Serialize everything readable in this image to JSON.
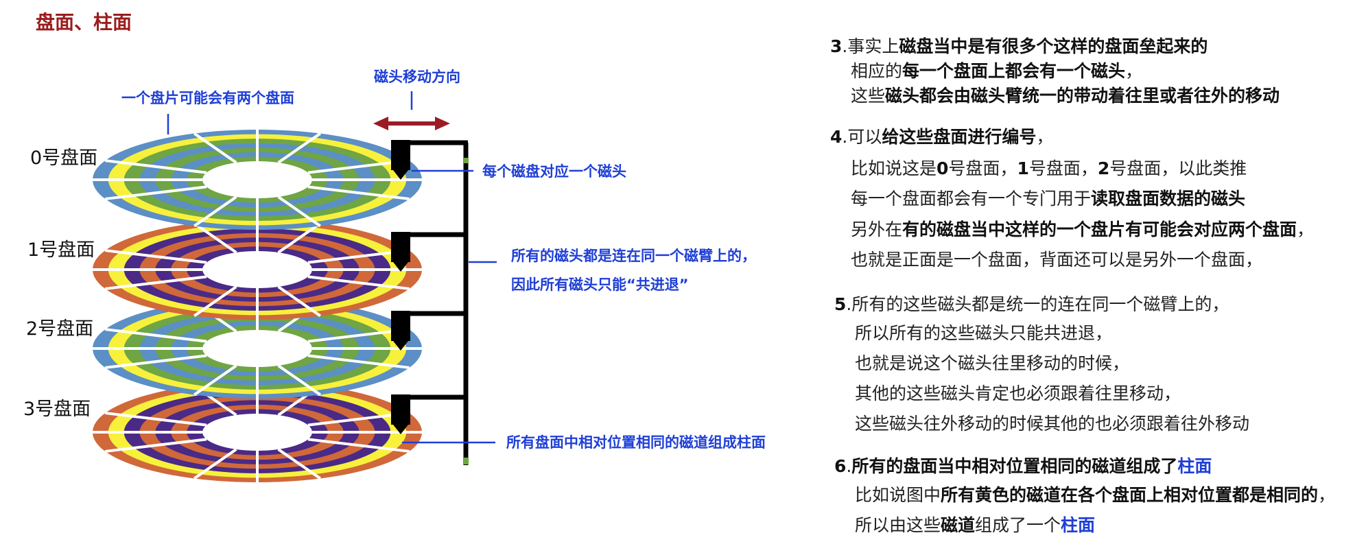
{
  "title": "盘面、柱面",
  "colors": {
    "title": "#9b1c1c",
    "annotation": "#1f3fd6",
    "arrow": "#9b1c24",
    "arm": "#000000",
    "yellow": "#f7f13c",
    "blue_ring": "#5b8fc6",
    "green_ring": "#6fa544",
    "orange_ring": "#d0683a",
    "purple_ring": "#4a2a86"
  },
  "diagram": {
    "platter_labels": [
      "0号盘面",
      "1号盘面",
      "2号盘面",
      "3号盘面"
    ],
    "annotations": {
      "two_surfaces": "一个盘片可能会有两个盘面",
      "head_direction": "磁头移动方向",
      "one_head_each": "每个磁盘对应一个磁头",
      "same_arm_1": "所有的磁头都是连在同一个磁臂上的，",
      "same_arm_2": "因此所有磁头只能“共进退”",
      "cylinder": "所有盘面中相对位置相同的磁道组成柱面"
    },
    "icons": [
      "double-arrow-icon",
      "read-head-icon"
    ]
  },
  "notes": [
    {
      "segments": [
        {
          "t": "3",
          "s": "num"
        },
        {
          "t": ".事实上"
        },
        {
          "t": "磁盘当中是有很多个这样的盘面垒起来的",
          "s": "b"
        }
      ]
    },
    {
      "segments": [
        {
          "t": "相应的"
        },
        {
          "t": "每一个盘面上都会有一个磁头",
          "s": "b"
        },
        {
          "t": "，"
        }
      ]
    },
    {
      "segments": [
        {
          "t": "这些"
        },
        {
          "t": "磁头都会由磁头臂统一的带动着往里或者往外的移动",
          "s": "b"
        }
      ]
    },
    {
      "segments": [
        {
          "t": "4",
          "s": "num"
        },
        {
          "t": ".可以"
        },
        {
          "t": "给这些盘面进行编号",
          "s": "b"
        },
        {
          "t": "，"
        }
      ]
    },
    {
      "segments": [
        {
          "t": "比如说这是"
        },
        {
          "t": "0",
          "s": "b"
        },
        {
          "t": "号盘面，"
        },
        {
          "t": "1",
          "s": "b"
        },
        {
          "t": "号盘面，"
        },
        {
          "t": "2",
          "s": "b"
        },
        {
          "t": "号盘面，以此类推"
        }
      ]
    },
    {
      "segments": [
        {
          "t": "每一个盘面都会有一个专门用于"
        },
        {
          "t": "读取盘面数据的磁头",
          "s": "b"
        }
      ]
    },
    {
      "segments": [
        {
          "t": "另外在"
        },
        {
          "t": "有的磁盘当中这样的一个盘片有可能会对应两个盘面",
          "s": "b"
        },
        {
          "t": "，"
        }
      ]
    },
    {
      "segments": [
        {
          "t": "也就是正面是一个盘面，背面还可以是另外一个盘面，"
        }
      ]
    },
    {
      "segments": [
        {
          "t": "5",
          "s": "num"
        },
        {
          "t": ".所有的这些磁头都是统一的连在同一个磁臂上的，"
        }
      ]
    },
    {
      "segments": [
        {
          "t": "所以所有的这些磁头只能共进退，"
        }
      ]
    },
    {
      "segments": [
        {
          "t": "也就是说这个磁头往里移动的时候，"
        }
      ]
    },
    {
      "segments": [
        {
          "t": "其他的这些磁头肯定也必须跟着往里移动，"
        }
      ]
    },
    {
      "segments": [
        {
          "t": "这些磁头往外移动的时候其他的也必须跟着往外移动"
        }
      ]
    },
    {
      "segments": [
        {
          "t": "6",
          "s": "num"
        },
        {
          "t": "."
        },
        {
          "t": "所有的盘面当中相对位置相同的磁道组成了",
          "s": "b"
        },
        {
          "t": "柱面",
          "s": "blue"
        }
      ]
    },
    {
      "segments": [
        {
          "t": "比如说图中"
        },
        {
          "t": "所有黄色的磁道在各个盘面上相对位置都是相同的",
          "s": "b"
        },
        {
          "t": "，"
        }
      ]
    },
    {
      "segments": [
        {
          "t": "所以由这些"
        },
        {
          "t": "磁道",
          "s": "b"
        },
        {
          "t": "组成了一个"
        },
        {
          "t": "柱面",
          "s": "blue"
        }
      ]
    }
  ]
}
